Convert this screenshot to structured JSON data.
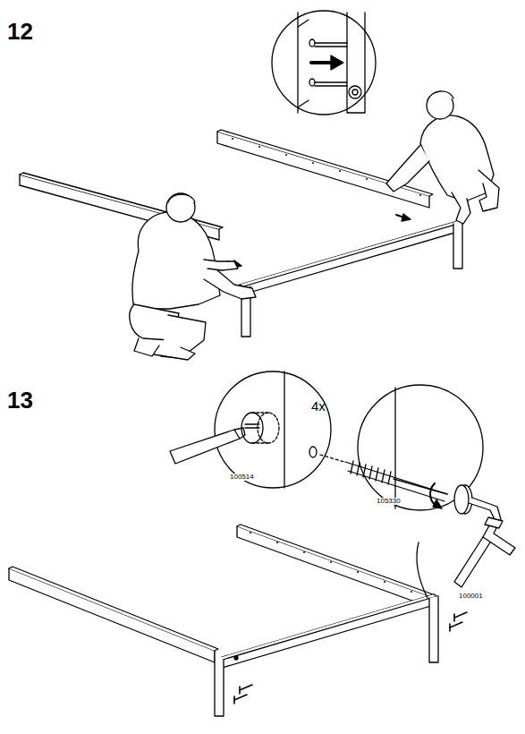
{
  "diagram": {
    "labels": [
      "12",
      "13",
      "4x",
      "100514",
      "105330",
      "100001"
    ]
  }
}
